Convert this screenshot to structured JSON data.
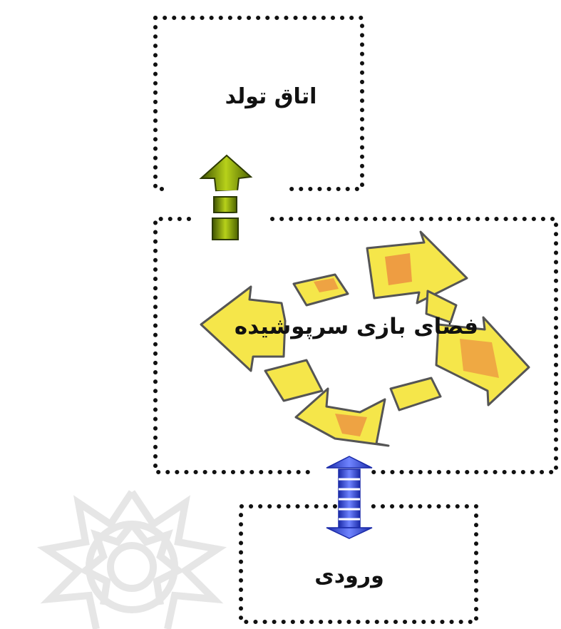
{
  "diagram": {
    "nodes": {
      "birth_room": {
        "label": "اتاق تولد"
      },
      "covered_play_space": {
        "label": "فضای بازی سرپوشیده"
      },
      "entrance": {
        "label": "ورودی"
      }
    },
    "connections": [
      {
        "from": "covered_play_space",
        "to": "birth_room",
        "direction": "one-way",
        "arrow_color": "#6b8a00"
      },
      {
        "from": "covered_play_space",
        "to": "entrance",
        "direction": "two-way",
        "arrow_color": "#2233cc"
      }
    ],
    "colors": {
      "dots": "#111111",
      "circular_arrows": "#f5e64a",
      "circular_arrows_highlight": "#e8603c",
      "watermark": "#e4e4e4"
    },
    "icons": [
      "rosette-watermark",
      "green-up-arrow",
      "blue-double-arrow",
      "circular-arrows-cycle"
    ]
  }
}
